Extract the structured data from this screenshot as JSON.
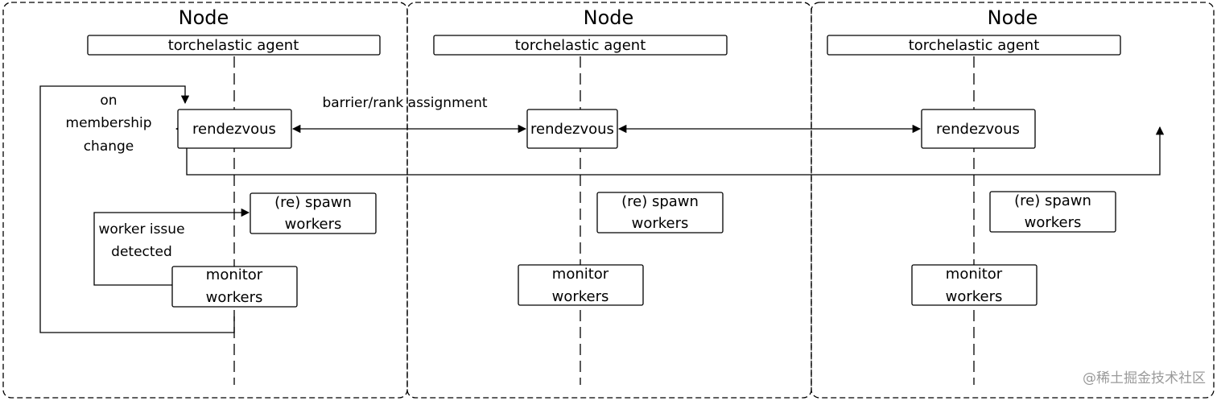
{
  "nodes": [
    {
      "title": "Node",
      "agent": "torchelastic agent",
      "rendezvous": "rendezvous",
      "spawn": [
        "(re) spawn",
        "workers"
      ],
      "monitor": [
        "monitor",
        "workers"
      ]
    },
    {
      "title": "Node",
      "agent": "torchelastic agent",
      "rendezvous": "rendezvous",
      "spawn": [
        "(re) spawn",
        "workers"
      ],
      "monitor": [
        "monitor",
        "workers"
      ]
    },
    {
      "title": "Node",
      "agent": "torchelastic agent",
      "rendezvous": "rendezvous",
      "spawn": [
        "(re) spawn",
        "workers"
      ],
      "monitor": [
        "monitor",
        "workers"
      ]
    }
  ],
  "labels": {
    "barrier": "barrier/rank assignment",
    "membership": [
      "on",
      "membership",
      "change"
    ],
    "worker_issue": [
      "worker issue",
      "detected"
    ]
  },
  "watermark": "@稀土掘金技术社区"
}
